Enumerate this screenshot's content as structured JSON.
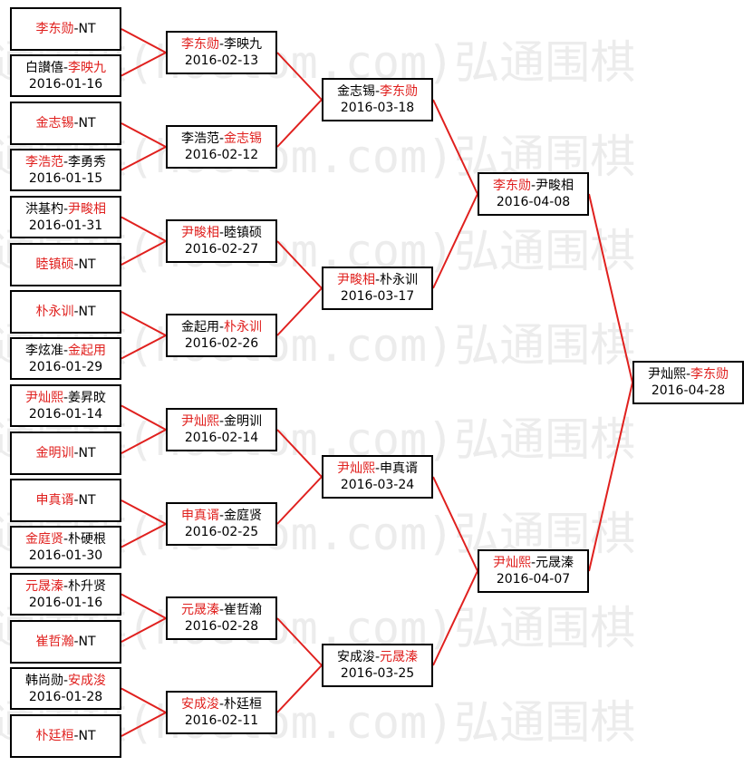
{
  "watermark": {
    "text": "弘通围棋(hoetom.com)弘通围棋",
    "color": "#ececec"
  },
  "line_color": "#e0201e",
  "matches": [
    {
      "id": "r1m1",
      "p1": "李东勋",
      "p2": "NT",
      "winner": 1,
      "date": ""
    },
    {
      "id": "r1m2",
      "p1": "白讃僖",
      "p2": "李映九",
      "winner": 2,
      "date": "2016-01-16"
    },
    {
      "id": "r1m3",
      "p1": "金志锡",
      "p2": "NT",
      "winner": 1,
      "date": ""
    },
    {
      "id": "r1m4",
      "p1": "李浩范",
      "p2": "李勇秀",
      "winner": 1,
      "date": "2016-01-15"
    },
    {
      "id": "r1m5",
      "p1": "洪基杓",
      "p2": "尹畯相",
      "winner": 2,
      "date": "2016-01-31"
    },
    {
      "id": "r1m6",
      "p1": "睦镇硕",
      "p2": "NT",
      "winner": 1,
      "date": ""
    },
    {
      "id": "r1m7",
      "p1": "朴永训",
      "p2": "NT",
      "winner": 1,
      "date": ""
    },
    {
      "id": "r1m8",
      "p1": "李炫准",
      "p2": "金起用",
      "winner": 2,
      "date": "2016-01-29"
    },
    {
      "id": "r1m9",
      "p1": "尹灿熙",
      "p2": "姜昇旼",
      "winner": 1,
      "date": "2016-01-14"
    },
    {
      "id": "r1m10",
      "p1": "金明训",
      "p2": "NT",
      "winner": 1,
      "date": ""
    },
    {
      "id": "r1m11",
      "p1": "申真谞",
      "p2": "NT",
      "winner": 1,
      "date": ""
    },
    {
      "id": "r1m12",
      "p1": "金庭贤",
      "p2": "朴硬根",
      "winner": 1,
      "date": "2016-01-30"
    },
    {
      "id": "r1m13",
      "p1": "元晟溱",
      "p2": "朴升贤",
      "winner": 1,
      "date": "2016-01-16"
    },
    {
      "id": "r1m14",
      "p1": "崔哲瀚",
      "p2": "NT",
      "winner": 1,
      "date": ""
    },
    {
      "id": "r1m15",
      "p1": "韩尚勋",
      "p2": "安成浚",
      "winner": 2,
      "date": "2016-01-28"
    },
    {
      "id": "r1m16",
      "p1": "朴廷桓",
      "p2": "NT",
      "winner": 1,
      "date": ""
    },
    {
      "id": "r2m1",
      "p1": "李东勋",
      "p2": "李映九",
      "winner": 1,
      "date": "2016-02-13"
    },
    {
      "id": "r2m2",
      "p1": "李浩范",
      "p2": "金志锡",
      "winner": 2,
      "date": "2016-02-12"
    },
    {
      "id": "r2m3",
      "p1": "尹畯相",
      "p2": "睦镇硕",
      "winner": 1,
      "date": "2016-02-27"
    },
    {
      "id": "r2m4",
      "p1": "金起用",
      "p2": "朴永训",
      "winner": 2,
      "date": "2016-02-26"
    },
    {
      "id": "r2m5",
      "p1": "尹灿熙",
      "p2": "金明训",
      "winner": 1,
      "date": "2016-02-14"
    },
    {
      "id": "r2m6",
      "p1": "申真谞",
      "p2": "金庭贤",
      "winner": 1,
      "date": "2016-02-25"
    },
    {
      "id": "r2m7",
      "p1": "元晟溱",
      "p2": "崔哲瀚",
      "winner": 1,
      "date": "2016-02-28"
    },
    {
      "id": "r2m8",
      "p1": "安成浚",
      "p2": "朴廷桓",
      "winner": 1,
      "date": "2016-02-11"
    },
    {
      "id": "r3m1",
      "p1": "金志锡",
      "p2": "李东勋",
      "winner": 2,
      "date": "2016-03-18"
    },
    {
      "id": "r3m2",
      "p1": "尹畯相",
      "p2": "朴永训",
      "winner": 1,
      "date": "2016-03-17"
    },
    {
      "id": "r3m3",
      "p1": "尹灿熙",
      "p2": "申真谞",
      "winner": 1,
      "date": "2016-03-24"
    },
    {
      "id": "r3m4",
      "p1": "安成浚",
      "p2": "元晟溱",
      "winner": 2,
      "date": "2016-03-25"
    },
    {
      "id": "r4m1",
      "p1": "李东勋",
      "p2": "尹畯相",
      "winner": 1,
      "date": "2016-04-08"
    },
    {
      "id": "r4m2",
      "p1": "尹灿熙",
      "p2": "元晟溱",
      "winner": 1,
      "date": "2016-04-07"
    },
    {
      "id": "final",
      "p1": "尹灿熙",
      "p2": "李东勋",
      "winner": 2,
      "date": "2016-04-28"
    }
  ]
}
